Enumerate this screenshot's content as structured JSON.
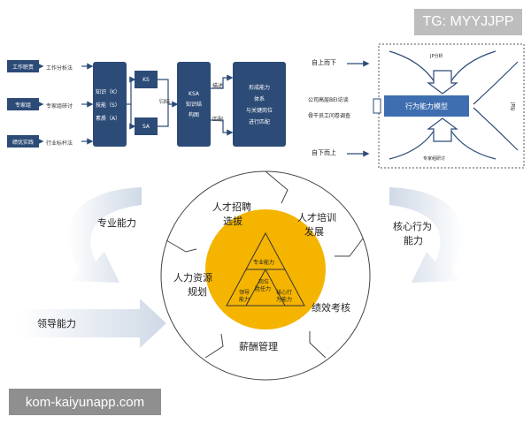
{
  "watermark_top": "TG: MYYJJPP",
  "watermark_bottom": "kom-kaiyunapp.com",
  "top_left_flow": {
    "sources": [
      "工作职责",
      "专家组",
      "绩优实践"
    ],
    "methods": [
      "工作分析法",
      "专家组研讨",
      "行业标杆法"
    ],
    "ksa_box": [
      "知识（K）",
      "技能（S）",
      "素质（A）"
    ],
    "ks": "KS",
    "sa": "SA",
    "summary_label": "归结",
    "ksa_model": [
      "KSA",
      "知识结",
      "构图"
    ],
    "describe_label": "描述",
    "match_label": "匹配",
    "result": [
      "形成能力",
      "体系",
      "与关键岗位",
      "进行匹配"
    ]
  },
  "top_right_flow": {
    "top_down": "自上而下",
    "bottom_up": "自下而上",
    "interview": "公司高层BEI访谈",
    "survey": "骨干员工问卷调查",
    "top_analysis": "JP分析",
    "bottom_group": "专家组研讨",
    "side": "JP研",
    "model": "行为能力模型"
  },
  "cycle": {
    "recruit": [
      "人才招聘",
      "选拔"
    ],
    "train": [
      "人才培训",
      "发展"
    ],
    "planning": [
      "人力资源",
      "规划"
    ],
    "performance": "绩效考核",
    "salary": "薪酬管理",
    "triangle_top": "专业能力",
    "center": [
      "岗位",
      "胜任力"
    ],
    "left": [
      "领导",
      "能力"
    ],
    "right": [
      "核心行",
      "为能力"
    ]
  },
  "arrows": {
    "professional": "专业能力",
    "core": [
      "核心行为",
      "能力"
    ],
    "leadership": "领导能力"
  }
}
